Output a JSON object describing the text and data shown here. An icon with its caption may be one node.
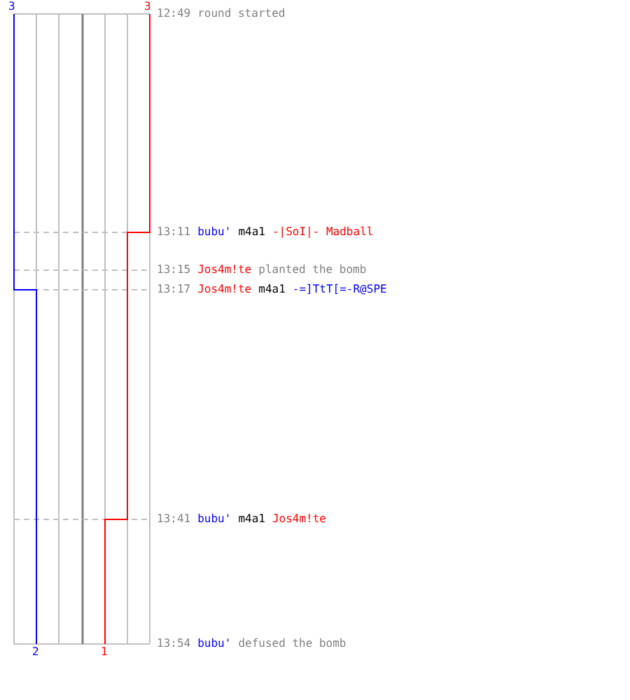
{
  "diagram": {
    "labels": [
      "3",
      "3",
      "12:49",
      "round started",
      "13:11",
      "bubu'",
      "m4a1",
      "-|SoI|- Madball",
      "13:15",
      "Jos4m!te",
      "planted the bomb",
      "13:17",
      "Jos4m!te",
      "m4a1",
      "-=]TtT[=-R@SPE",
      "13:41",
      "bubu'",
      "m4a1",
      "Jos4m!te",
      "13:54",
      "bubu'",
      "defused the bomb",
      "2",
      "1"
    ]
  }
}
